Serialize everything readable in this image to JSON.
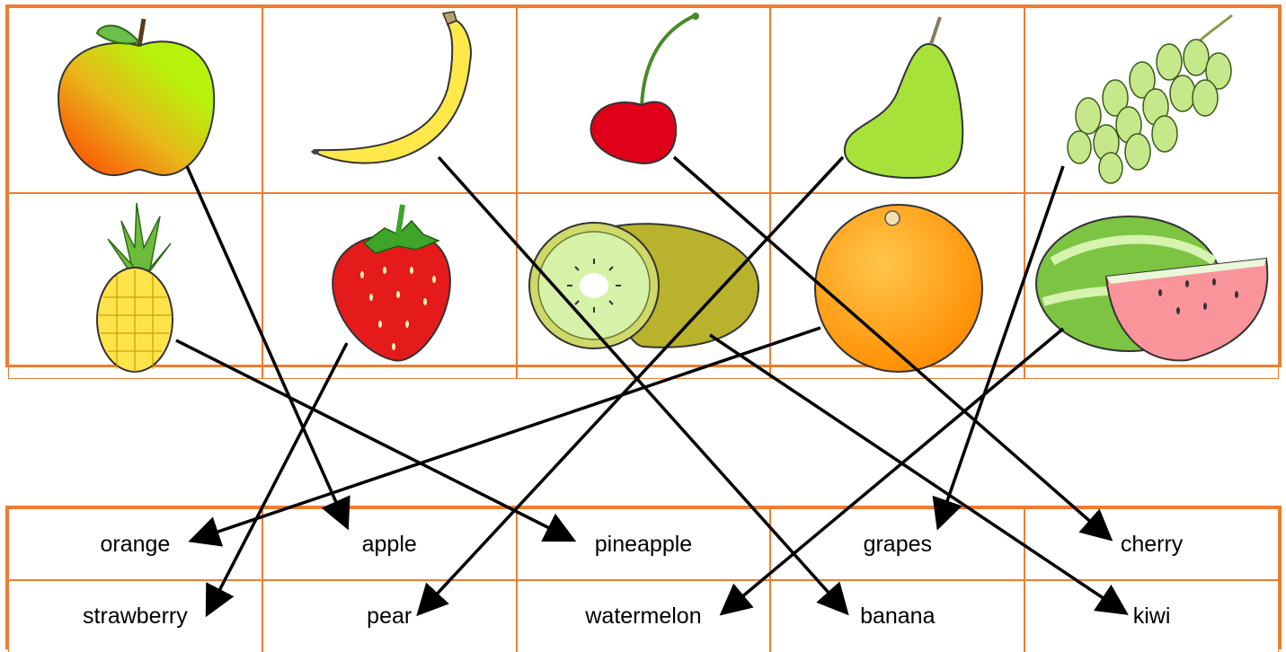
{
  "colors": {
    "border": "#ED7D31",
    "line": "#000000"
  },
  "pictures": [
    {
      "fruit": "apple",
      "icon": "apple-icon"
    },
    {
      "fruit": "banana",
      "icon": "banana-icon"
    },
    {
      "fruit": "cherry",
      "icon": "cherry-icon"
    },
    {
      "fruit": "pear",
      "icon": "pear-icon"
    },
    {
      "fruit": "grapes",
      "icon": "grapes-icon"
    },
    {
      "fruit": "pineapple",
      "icon": "pineapple-icon"
    },
    {
      "fruit": "strawberry",
      "icon": "strawberry-icon"
    },
    {
      "fruit": "kiwi",
      "icon": "kiwi-icon"
    },
    {
      "fruit": "orange",
      "icon": "orange-icon"
    },
    {
      "fruit": "watermelon",
      "icon": "watermelon-icon"
    }
  ],
  "words": {
    "row1": [
      "orange",
      "apple",
      "pineapple",
      "grapes",
      "cherry"
    ],
    "row2": [
      "strawberry",
      "pear",
      "watermelon",
      "banana",
      "kiwi"
    ]
  },
  "matches": [
    {
      "picture": "apple",
      "word": "apple"
    },
    {
      "picture": "banana",
      "word": "banana"
    },
    {
      "picture": "cherry",
      "word": "cherry"
    },
    {
      "picture": "pear",
      "word": "pear"
    },
    {
      "picture": "grapes",
      "word": "grapes"
    },
    {
      "picture": "pineapple",
      "word": "pineapple"
    },
    {
      "picture": "strawberry",
      "word": "strawberry"
    },
    {
      "picture": "kiwi",
      "word": "kiwi"
    },
    {
      "picture": "orange",
      "word": "orange"
    },
    {
      "picture": "watermelon",
      "word": "watermelon"
    }
  ]
}
